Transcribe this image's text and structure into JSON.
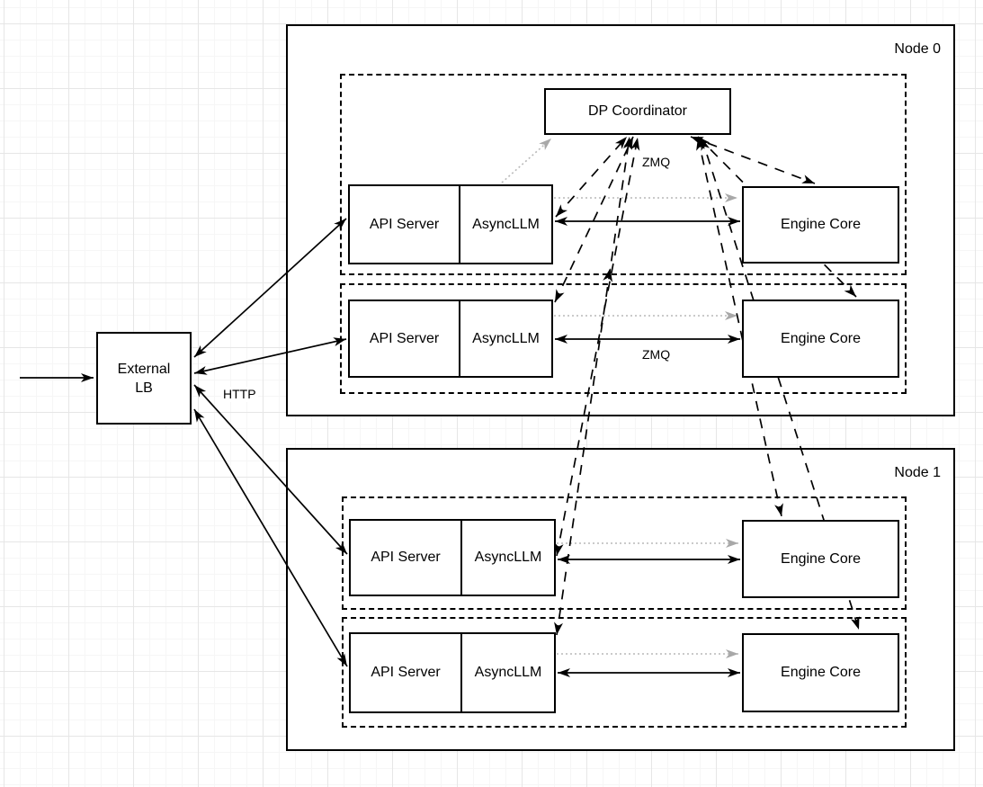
{
  "diagram": {
    "external_lb": {
      "line1": "External",
      "line2": "LB"
    },
    "dp_coordinator": {
      "label": "DP Coordinator"
    },
    "nodes": [
      {
        "label": "Node 0",
        "rows": [
          {
            "api": "API Server",
            "llm": "AsyncLLM",
            "engine": "Engine Core"
          },
          {
            "api": "API Server",
            "llm": "AsyncLLM",
            "engine": "Engine Core"
          }
        ]
      },
      {
        "label": "Node 1",
        "rows": [
          {
            "api": "API Server",
            "llm": "AsyncLLM",
            "engine": "Engine Core"
          },
          {
            "api": "API Server",
            "llm": "AsyncLLM",
            "engine": "Engine Core"
          }
        ]
      }
    ],
    "edge_labels": {
      "http": "HTTP",
      "zmq_coordinator": "ZMQ",
      "zmq_row": "ZMQ"
    },
    "colors": {
      "stroke": "#000000",
      "gray_link": "#b9b9b9",
      "gray_arrowhead": "#a8a8a8",
      "box_fill": "#ffffff"
    },
    "edges": [
      {
        "from": "client",
        "to": "external-lb",
        "style": "solid",
        "heads": "end"
      },
      {
        "from": "external-lb",
        "to": "node0-rank0-api-server",
        "style": "solid",
        "heads": "both",
        "label": "HTTP"
      },
      {
        "from": "external-lb",
        "to": "node0-rank1-api-server",
        "style": "solid",
        "heads": "both"
      },
      {
        "from": "external-lb",
        "to": "node1-rank0-api-server",
        "style": "solid",
        "heads": "both"
      },
      {
        "from": "external-lb",
        "to": "node1-rank1-api-server",
        "style": "solid",
        "heads": "both"
      },
      {
        "from": "node0-rank0-asyncllm",
        "to": "node0-rank0-engine-core",
        "style": "solid",
        "heads": "both",
        "label": "ZMQ"
      },
      {
        "from": "node0-rank1-asyncllm",
        "to": "node0-rank1-engine-core",
        "style": "solid",
        "heads": "both",
        "label": "ZMQ"
      },
      {
        "from": "node1-rank0-asyncllm",
        "to": "node1-rank0-engine-core",
        "style": "solid",
        "heads": "both"
      },
      {
        "from": "node1-rank1-asyncllm",
        "to": "node1-rank1-engine-core",
        "style": "solid",
        "heads": "both"
      },
      {
        "from": "node0-rank0-asyncllm",
        "to": "node0-rank0-engine-core",
        "style": "dotted-gray",
        "heads": "end"
      },
      {
        "from": "node0-rank1-asyncllm",
        "to": "node0-rank1-engine-core",
        "style": "dotted-gray",
        "heads": "end"
      },
      {
        "from": "node1-rank0-asyncllm",
        "to": "node1-rank0-engine-core",
        "style": "dotted-gray",
        "heads": "end"
      },
      {
        "from": "node1-rank1-asyncllm",
        "to": "node1-rank1-engine-core",
        "style": "dotted-gray",
        "heads": "end"
      },
      {
        "from": "node0-rank0-asyncllm",
        "to": "dp-coordinator",
        "style": "dotted-gray",
        "heads": "end"
      },
      {
        "from": "dp-coordinator",
        "to": "node0-rank0-asyncllm",
        "style": "dashed",
        "heads": "both",
        "label": "ZMQ"
      },
      {
        "from": "dp-coordinator",
        "to": "node0-rank1-asyncllm",
        "style": "dashed",
        "heads": "both"
      },
      {
        "from": "dp-coordinator",
        "to": "node1-rank0-asyncllm",
        "style": "dashed",
        "heads": "both"
      },
      {
        "from": "dp-coordinator",
        "to": "node1-rank1-asyncllm",
        "style": "dashed",
        "heads": "both"
      },
      {
        "from": "dp-coordinator",
        "to": "node0-rank0-engine-core",
        "style": "dashed",
        "heads": "both"
      },
      {
        "from": "dp-coordinator",
        "to": "node0-rank1-engine-core",
        "style": "dashed",
        "heads": "both"
      },
      {
        "from": "dp-coordinator",
        "to": "node1-rank0-engine-core",
        "style": "dashed",
        "heads": "both"
      },
      {
        "from": "dp-coordinator",
        "to": "node1-rank1-engine-core",
        "style": "dashed",
        "heads": "both"
      }
    ]
  }
}
